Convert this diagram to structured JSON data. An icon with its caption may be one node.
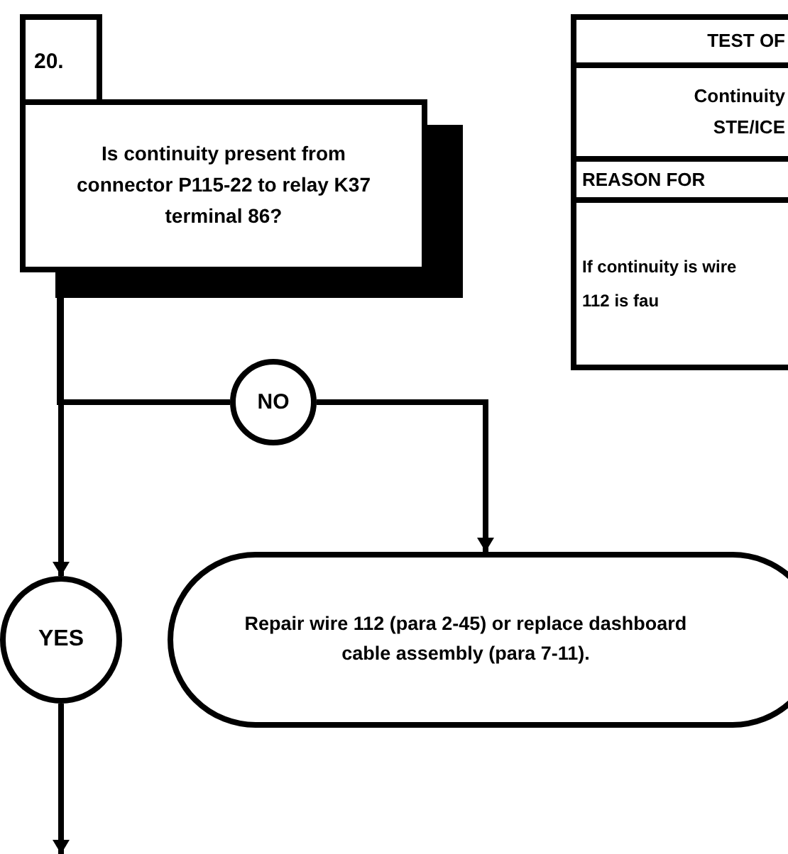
{
  "diagram": {
    "nodes": [
      {
        "text": [
          "20."
        ]
      },
      {
        "text": [
          "Is continuity present from connector P115-22 to relay K37 terminal 86?"
        ]
      },
      {
        "text": [
          "NO"
        ]
      },
      {
        "text": [
          "YES"
        ]
      },
      {
        "text": [
          "Repair wire 112 (para 2-45) or replace dashboard cable assembly (para 7-11)."
        ]
      }
    ],
    "edges": [
      {
        "from": 1,
        "to": 2,
        "arrow": "none"
      },
      {
        "from": 2,
        "to": 4,
        "arrow": "to"
      },
      {
        "from": 1,
        "to": 3,
        "arrow": "to"
      },
      {
        "from": 3,
        "to": null,
        "arrow": "to"
      }
    ],
    "labels": [
      "TEST OF",
      "Continuity STE/ICE",
      "REASON FOR",
      "If continuity is wire 112 is fau"
    ]
  }
}
